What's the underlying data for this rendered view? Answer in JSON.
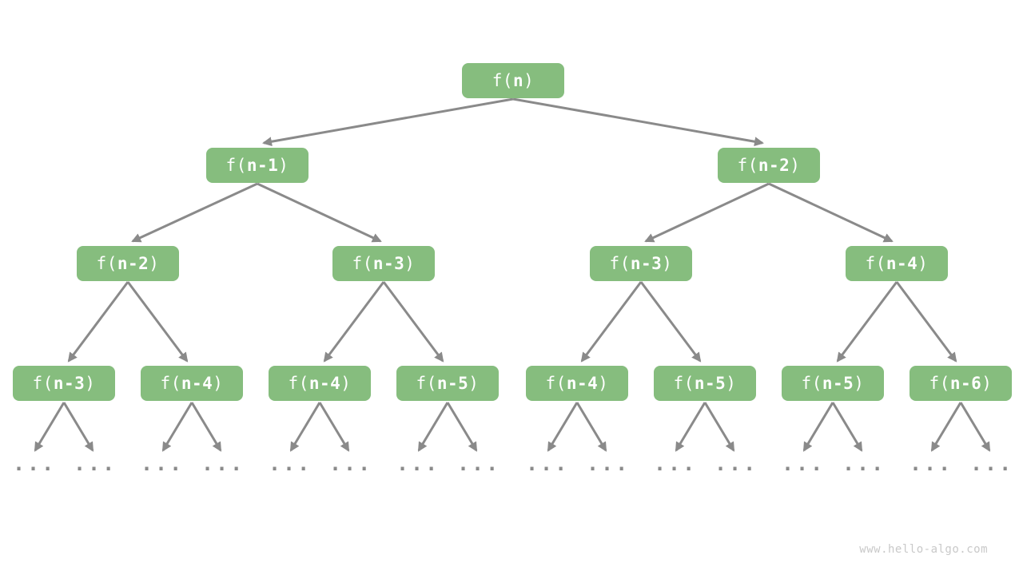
{
  "diagram": {
    "title_hint": "recursion-tree",
    "fn_open": "f(",
    "fn_close": ")",
    "ellipsis": "...",
    "watermark": "www.hello-algo.com",
    "colors": {
      "node_fill": "#86BD7E",
      "node_text": "#ffffff",
      "arrow": "#8a8a8a",
      "background": "#ffffff",
      "watermark_text": "#c9c9c9"
    },
    "nodes": {
      "root": {
        "label": "f(n)",
        "arg": "n"
      },
      "level1": [
        {
          "label": "f(n-1)",
          "arg": "n-1"
        },
        {
          "label": "f(n-2)",
          "arg": "n-2"
        }
      ],
      "level2": [
        {
          "label": "f(n-2)",
          "arg": "n-2"
        },
        {
          "label": "f(n-3)",
          "arg": "n-3"
        },
        {
          "label": "f(n-3)",
          "arg": "n-3"
        },
        {
          "label": "f(n-4)",
          "arg": "n-4"
        }
      ],
      "level3": [
        {
          "label": "f(n-3)",
          "arg": "n-3"
        },
        {
          "label": "f(n-4)",
          "arg": "n-4"
        },
        {
          "label": "f(n-4)",
          "arg": "n-4"
        },
        {
          "label": "f(n-5)",
          "arg": "n-5"
        },
        {
          "label": "f(n-4)",
          "arg": "n-4"
        },
        {
          "label": "f(n-5)",
          "arg": "n-5"
        },
        {
          "label": "f(n-5)",
          "arg": "n-5"
        },
        {
          "label": "f(n-6)",
          "arg": "n-6"
        }
      ]
    }
  }
}
